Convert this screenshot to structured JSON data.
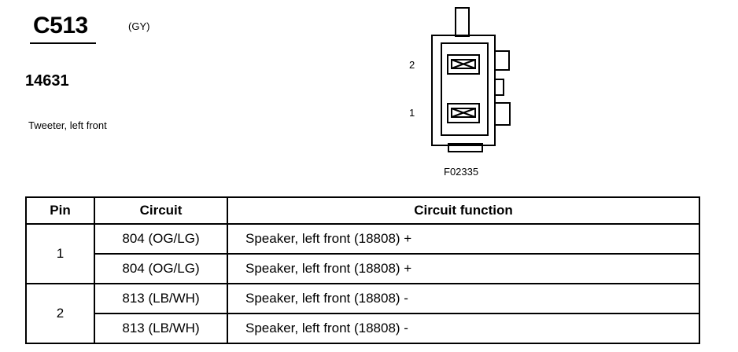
{
  "header": {
    "connector_id": "C513",
    "connector_color": "(GY)",
    "part_number": "14631",
    "description": "Tweeter, left front"
  },
  "diagram": {
    "pin_labels": [
      "2",
      "1"
    ],
    "figure_code": "F02335"
  },
  "table": {
    "headers": [
      "Pin",
      "Circuit",
      "Circuit function"
    ],
    "rows": [
      {
        "pin": "1",
        "circuit": "804 (OG/LG)",
        "function": "Speaker, left front (18808) +"
      },
      {
        "pin": "",
        "circuit": "804 (OG/LG)",
        "function": "Speaker, left front (18808) +"
      },
      {
        "pin": "2",
        "circuit": "813 (LB/WH)",
        "function": "Speaker, left front (18808) -"
      },
      {
        "pin": "",
        "circuit": "813 (LB/WH)",
        "function": "Speaker, left front (18808) -"
      }
    ]
  }
}
